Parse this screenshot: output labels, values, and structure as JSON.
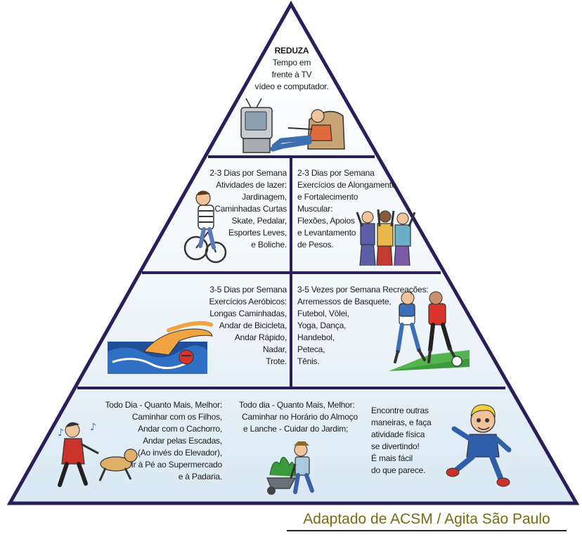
{
  "colors": {
    "frame": "#2a1f5a",
    "fill_top": "#ffffff",
    "fill_bottom": "#d9e8f3",
    "credit_text": "#7a6a12"
  },
  "top": {
    "heading": "REDUZA",
    "lines": [
      "Tempo em",
      "frente à TV",
      "vídeo e computador."
    ],
    "illustration": "person-watching-tv-icon"
  },
  "level2": {
    "left": {
      "lines": [
        "2-3 Dias por Semana",
        "Atividades de lazer:",
        "Jardinagem,",
        "Caminhadas Curtas",
        "Skate, Pedalar,",
        "Esportes Leves,",
        "e Boliche."
      ],
      "illustration": "cyclist-icon"
    },
    "right": {
      "lines": [
        "2-3 Dias por Semana",
        "Exercícios de Alongamento",
        "e Fortalecimento",
        "Muscular:",
        "Flexões, Apoios",
        "e Levantamento",
        "de Pesos."
      ],
      "illustration": "stretching-group-icon"
    }
  },
  "level3": {
    "left": {
      "lines": [
        "3-5 Dias por Semana",
        "Exercícios Aeróbicos:",
        "Longas Caminhadas,",
        "Andar de Bicicleta,",
        "Andar Rápido,",
        "Nadar,",
        "Trote."
      ],
      "illustration": "swimmer-icon"
    },
    "right": {
      "lines": [
        "3-5 Vezes por Semana Recreações:",
        "Arremessos de Basquete,",
        "Futebol, Vôlei,",
        "Yoga, Dança,",
        "Handebol,",
        "Peteca,",
        "Tênis."
      ],
      "illustration": "soccer-players-icon"
    }
  },
  "level4": {
    "left": {
      "lines": [
        "Todo Dia - Quanto Mais, Melhor:",
        "Caminhar com os Filhos,",
        "Andar com o Cachorro,",
        "Andar pelas Escadas,",
        "(Ao invés do Elevador),",
        "Ir à Pé ao Supermercado",
        "e à Padaria."
      ],
      "illustration": "man-walking-dog-icon"
    },
    "middle": {
      "lines": [
        "Todo dia - Quanto Mais, Melhor:",
        "Caminhar no Horário do Almoço",
        "e Lanche - Cuidar do Jardim;"
      ],
      "illustration": "gardener-wheelbarrow-icon"
    },
    "right": {
      "lines": [
        "Encontre outras",
        "maneiras, e faça",
        "atividade física",
        "se divertindo!",
        "É mais fácil",
        "do que parece."
      ],
      "illustration": "running-boy-icon"
    }
  },
  "credit": "Adaptado de ACSM / Agita São Paulo"
}
